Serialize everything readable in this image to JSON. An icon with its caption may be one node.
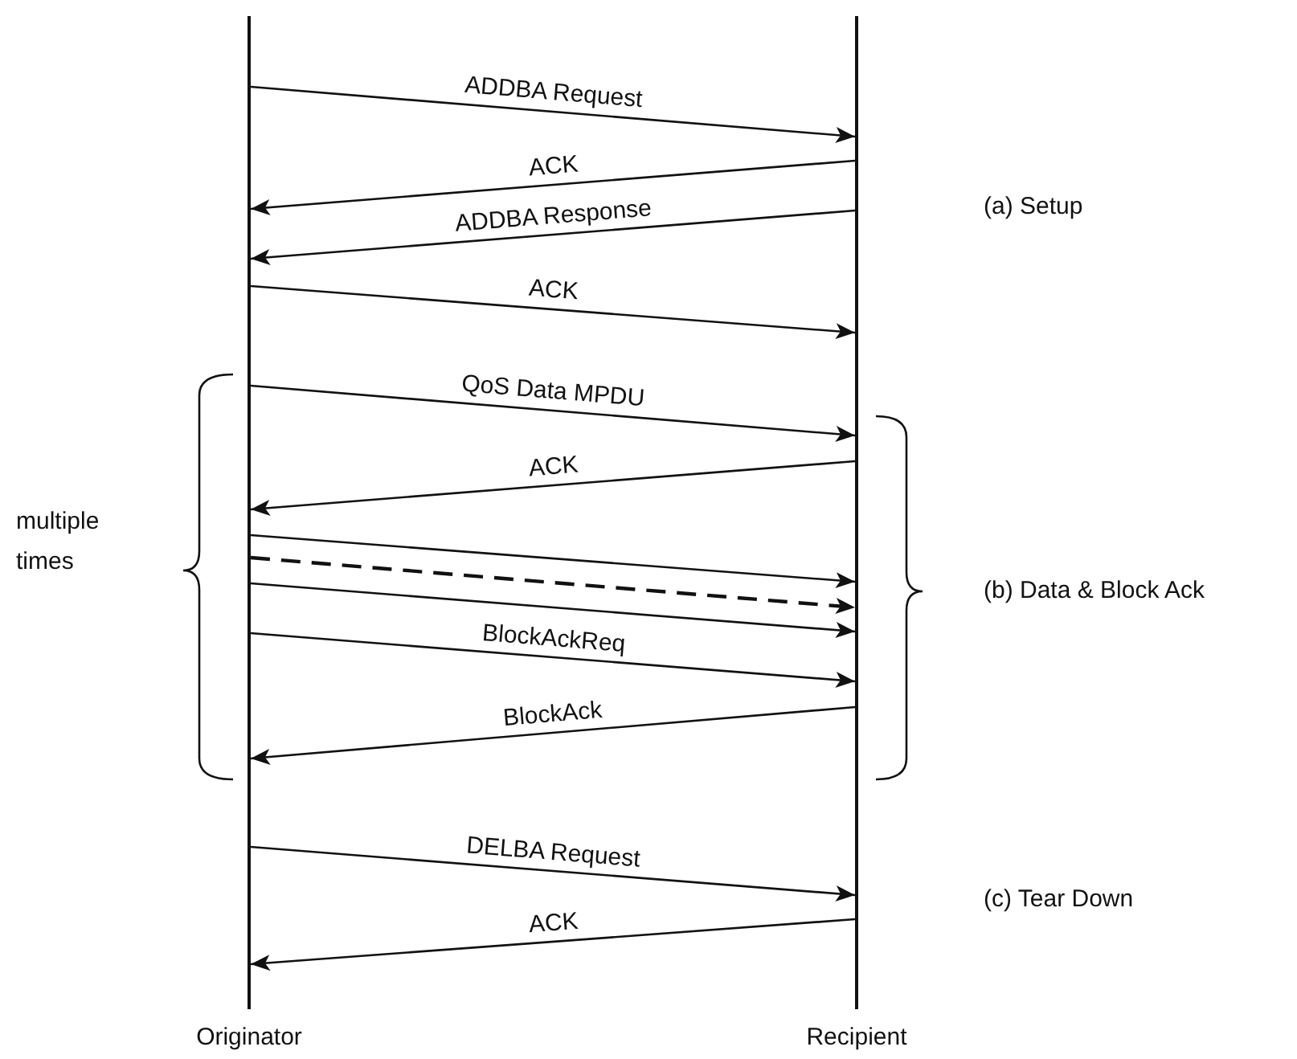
{
  "diagram": {
    "nodes": [
      {
        "text": [
          "Originator"
        ]
      },
      {
        "text": [
          "Recipient"
        ]
      }
    ],
    "edges": [
      {
        "from": 0,
        "to": 1,
        "arrow": "to",
        "label": "ADDBA Request"
      },
      {
        "from": 1,
        "to": 0,
        "arrow": "to",
        "label": "ACK"
      },
      {
        "from": 1,
        "to": 0,
        "arrow": "to",
        "label": "ADDBA Response"
      },
      {
        "from": 0,
        "to": 1,
        "arrow": "to",
        "label": "ACK"
      },
      {
        "from": 0,
        "to": 1,
        "arrow": "to",
        "label": "QoS Data MPDU"
      },
      {
        "from": 1,
        "to": 0,
        "arrow": "to",
        "label": "ACK"
      },
      {
        "from": 0,
        "to": 1,
        "arrow": "to"
      },
      {
        "from": 0,
        "to": 1,
        "arrow": "to",
        "style": "dashed"
      },
      {
        "from": 0,
        "to": 1,
        "arrow": "to"
      },
      {
        "from": 0,
        "to": 1,
        "arrow": "to",
        "label": "BlockAckReq"
      },
      {
        "from": 1,
        "to": 0,
        "arrow": "to",
        "label": "BlockAck"
      },
      {
        "from": 0,
        "to": 1,
        "arrow": "to",
        "label": "DELBA Request"
      },
      {
        "from": 1,
        "to": 0,
        "arrow": "to",
        "label": "ACK"
      }
    ],
    "labels": [
      "(a) Setup",
      "multiple times",
      "(b) Data & Block Ack",
      "(c) Tear Down"
    ]
  }
}
